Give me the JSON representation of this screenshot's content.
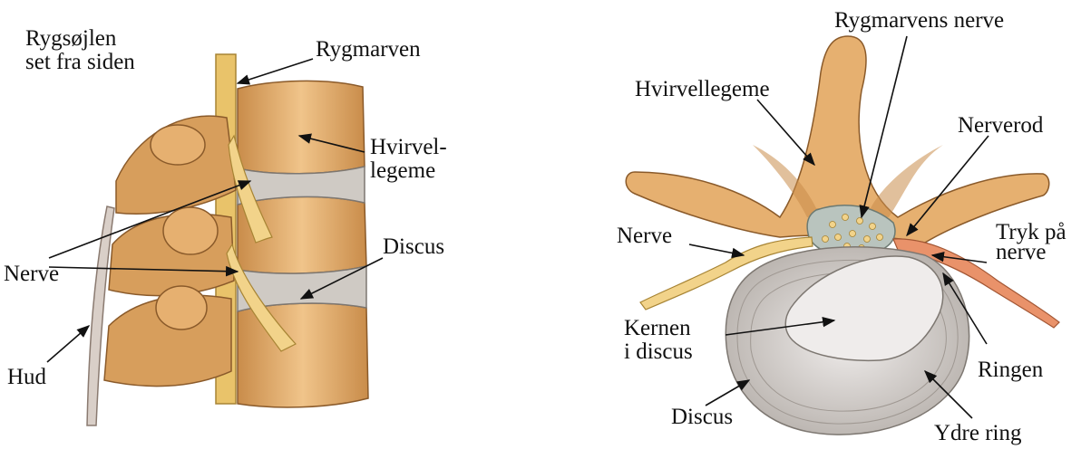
{
  "left_figure": {
    "title": "Rygsøjlen\nset fra siden",
    "labels": {
      "rygmarven": "Rygmarven",
      "hvirvellegeme": "Hvirvel-\nlegeme",
      "discus": "Discus",
      "nerve": "Nerve",
      "hud": "Hud"
    }
  },
  "right_figure": {
    "labels": {
      "rygmarvens_nerve": "Rygmarvens nerve",
      "hvirvellegeme": "Hvirvellegeme",
      "nerverod": "Nerverod",
      "nerve": "Nerve",
      "tryk_paa_nerve": "Tryk på\nnerve",
      "kernen_i_discus": "Kernen\ni discus",
      "ringen": "Ringen",
      "discus": "Discus",
      "ydre_ring": "Ydre ring"
    }
  },
  "colors": {
    "bone": "#e8b67a",
    "bone_dark": "#c98c4a",
    "disc": "#cfcac4",
    "nerve": "#f2d38a",
    "nerve_pressed": "#e9926a",
    "nucleus": "#efeceb"
  }
}
